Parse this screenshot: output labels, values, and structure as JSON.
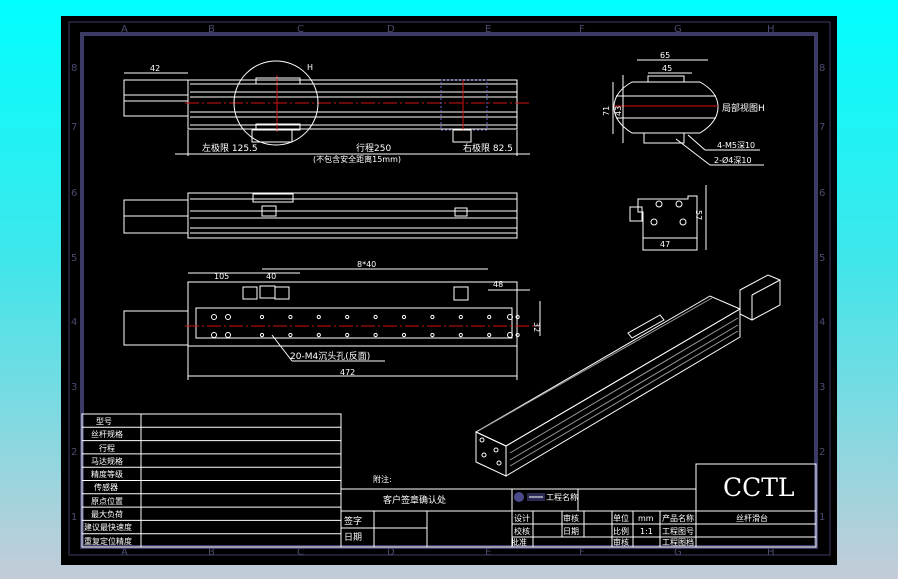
{
  "border": {
    "columns": [
      "A",
      "B",
      "C",
      "D",
      "E",
      "F",
      "G",
      "H"
    ],
    "rows": [
      "8",
      "7",
      "6",
      "5",
      "4",
      "3",
      "2",
      "1"
    ]
  },
  "top_view": {
    "motor_dim": "42",
    "detail_label": "H",
    "left_limit": "左极限 125.5",
    "stroke": "行程250",
    "stroke_note": "(不包含安全距离15mm)",
    "right_limit": "右极限 82.5"
  },
  "bottom_view": {
    "dim_105": "105",
    "dim_40": "40",
    "dim_pitch": "8*40",
    "dim_48": "48",
    "dim_32": "32",
    "holes_note": "20-M4沉头孔(反面)",
    "overall_length": "472"
  },
  "detail_view": {
    "dim_65": "65",
    "dim_45": "45",
    "dim_71": "71",
    "dim_43": "43",
    "title": "局部视图H",
    "note_1": "4-M5深10",
    "note_2": "2-Ø4深10"
  },
  "end_view": {
    "dim_47": "47",
    "dim_57": "57"
  },
  "spec_table": {
    "rows": [
      "型号",
      "丝杆规格",
      "行程",
      "马达规格",
      "精度等级",
      "传感器",
      "原点位置",
      "最大负荷",
      "建议最快速度",
      "重复定位精度"
    ]
  },
  "remark_label": "附注:",
  "customer_block": {
    "title": "客户签章确认处",
    "sign": "签字",
    "date": "日期"
  },
  "title_block": {
    "logo_text": "CCTL",
    "project_name": "工程名称",
    "design": "设计",
    "check": "校核",
    "approve": "批准",
    "review": "审核",
    "date": "日期",
    "unit": "单位",
    "unit_value": "mm",
    "scale": "比例",
    "scale_value": "1:1",
    "audit": "审核",
    "product_name": "产品名称",
    "drawing_no": "工程图号",
    "drawing_file": "工程图档",
    "product_value": "丝杆滑台"
  }
}
